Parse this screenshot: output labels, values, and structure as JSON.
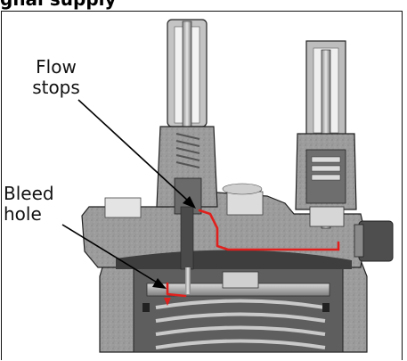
{
  "heading": "gnal supply",
  "labels": {
    "flow_stops_line1": "Flow",
    "flow_stops_line2": "stops",
    "bleed_hole_line1": "Bleed",
    "bleed_hole_line2": "hole"
  },
  "colors": {
    "body_gray": "#9a9a9a",
    "dark_metal": "#5a5a5a",
    "light_metal": "#d6d6d6",
    "flow_red": "#e0201c",
    "outline": "#222222"
  }
}
